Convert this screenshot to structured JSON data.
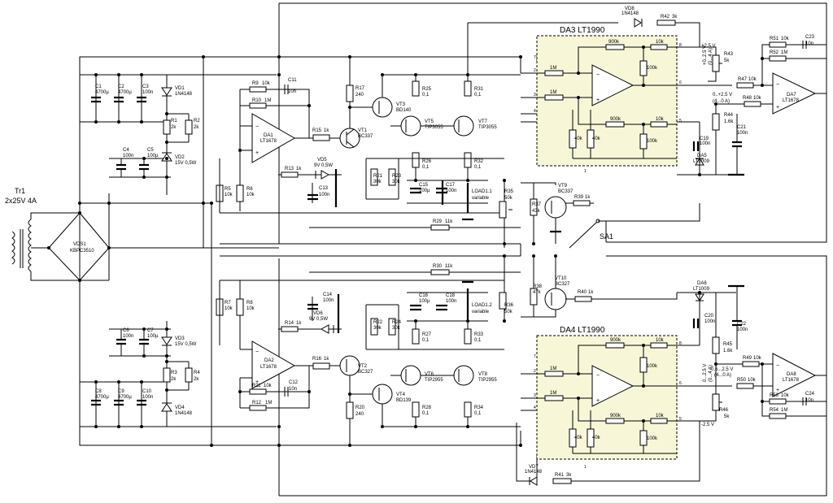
{
  "transformer": {
    "name": "Tr1",
    "rating": "2x25V 4A"
  },
  "bridge": {
    "name": "VDS1",
    "part": "KBPC3510"
  },
  "ics": {
    "da1": {
      "name": "DA1",
      "part": "LT1678"
    },
    "da2": {
      "name": "DA2",
      "part": "LT1678"
    },
    "da3": {
      "name": "DA3 LT1990"
    },
    "da4": {
      "name": "DA4 LT1990"
    },
    "da7": {
      "name": "DA7",
      "part": "LT1678"
    },
    "da8": {
      "name": "DA8",
      "part": "LT1678"
    }
  },
  "caps": {
    "c1": {
      "name": "C1",
      "value": "4700µ"
    },
    "c2": {
      "name": "C2",
      "value": "4700µ"
    },
    "c3": {
      "name": "C3",
      "value": "100n"
    },
    "c4": {
      "name": "C4",
      "value": "100n"
    },
    "c5": {
      "name": "C5",
      "value": "100µ"
    },
    "c6": {
      "name": "C6",
      "value": "100n"
    },
    "c7": {
      "name": "C7",
      "value": "100µ"
    },
    "c8": {
      "name": "C8",
      "value": "4700µ"
    },
    "c9": {
      "name": "C9",
      "value": "4700µ"
    },
    "c10": {
      "name": "C10",
      "value": "100n"
    },
    "c11": {
      "name": "C11",
      "value": "10n"
    },
    "c12": {
      "name": "C12",
      "value": "10n"
    },
    "c13": {
      "name": "C13",
      "value": "100n"
    },
    "c14": {
      "name": "C14",
      "value": "100n"
    },
    "c15": {
      "name": "C15",
      "value": "100µ"
    },
    "c16": {
      "name": "C16",
      "value": "100µ"
    },
    "c17": {
      "name": "C17",
      "value": "100n"
    },
    "c18": {
      "name": "C18",
      "value": "100n"
    },
    "c19": {
      "name": "C19",
      "value": "100n"
    },
    "c20": {
      "name": "C20",
      "value": "100n"
    },
    "c21": {
      "name": "C21",
      "value": "100n"
    },
    "c22": {
      "name": "C22",
      "value": "100n"
    },
    "c23": {
      "name": "C23",
      "value": "10n"
    },
    "c24": {
      "name": "C24",
      "value": "10n"
    }
  },
  "diodes": {
    "vd1": {
      "name": "VD1",
      "part": "1N4148"
    },
    "vd2": {
      "name": "VD2",
      "part": "15V 0,5W"
    },
    "vd3": {
      "name": "VD3",
      "part": "15V 0,5W"
    },
    "vd4": {
      "name": "VD4",
      "part": "1N4148"
    },
    "vd5": {
      "name": "VD5",
      "part": "9V 0,5W"
    },
    "vd6": {
      "name": "VD6",
      "part": "9V 0,5W"
    },
    "vd7": {
      "name": "VD7",
      "part": "1N4148"
    },
    "vd8": {
      "name": "VD8",
      "part": "1N4148"
    },
    "da5": {
      "name": "DA5",
      "part": "LT1009"
    },
    "da6": {
      "name": "DA6",
      "part": "LT1009"
    }
  },
  "resistors": {
    "r1": {
      "name": "R1",
      "value": "2k"
    },
    "r2": {
      "name": "R2",
      "value": "2k"
    },
    "r3": {
      "name": "R3",
      "value": "2k"
    },
    "r4": {
      "name": "R4",
      "value": "2k"
    },
    "r5": {
      "name": "R5",
      "value": "10k"
    },
    "r6": {
      "name": "R6",
      "value": "10k"
    },
    "r7": {
      "name": "R7",
      "value": "10k"
    },
    "r8": {
      "name": "R8",
      "value": "10k"
    },
    "r9": {
      "name": "R9",
      "value": "10k"
    },
    "r10": {
      "name": "R10",
      "value": "1M"
    },
    "r11": {
      "name": "R11",
      "value": "10k"
    },
    "r12": {
      "name": "R12",
      "value": "1M"
    },
    "r13": {
      "name": "R13",
      "value": "1k"
    },
    "r14": {
      "name": "R14",
      "value": "1k"
    },
    "r15": {
      "name": "R15",
      "value": "1k"
    },
    "r16": {
      "name": "R16",
      "value": "1k"
    },
    "r17": {
      "name": "R17",
      "value": "240"
    },
    "r20": {
      "name": "R20",
      "value": "240"
    },
    "r21": {
      "name": "R21",
      "value": "30k"
    },
    "r22": {
      "name": "R22",
      "value": "30k"
    },
    "r23": {
      "name": "R23",
      "value": "30k"
    },
    "r24": {
      "name": "R24",
      "value": "30k"
    },
    "r25": {
      "name": "R25",
      "value": "0,1"
    },
    "r26": {
      "name": "R26",
      "value": "0,1"
    },
    "r27": {
      "name": "R27",
      "value": "0,1"
    },
    "r28": {
      "name": "R28",
      "value": "0,1"
    },
    "r29": {
      "name": "R29",
      "value": "11k"
    },
    "r30": {
      "name": "R30",
      "value": "11k"
    },
    "r31": {
      "name": "R31",
      "value": "0,1"
    },
    "r32": {
      "name": "R32",
      "value": "0,1"
    },
    "r33": {
      "name": "R33",
      "value": "0,1"
    },
    "r34": {
      "name": "R34",
      "value": "0,1"
    },
    "r35": {
      "name": "R35",
      "value": "50k"
    },
    "r36": {
      "name": "R36",
      "value": "50k"
    },
    "r37": {
      "name": "R37",
      "value": "43k"
    },
    "r38": {
      "name": "R38",
      "value": "47k"
    },
    "r39": {
      "name": "R39",
      "value": "1k"
    },
    "r40": {
      "name": "R40",
      "value": "1k"
    },
    "r41": {
      "name": "R41",
      "value": "3k"
    },
    "r42": {
      "name": "R42",
      "value": "3k"
    },
    "r43": {
      "name": "R43",
      "value": "5k"
    },
    "r44": {
      "name": "R44",
      "value": "1.6k"
    },
    "r45": {
      "name": "R45",
      "value": "1.6k"
    },
    "r46": {
      "name": "R46",
      "value": "5k"
    },
    "r47": {
      "name": "R47",
      "value": "10k"
    },
    "r48": {
      "name": "R48",
      "value": "10k"
    },
    "r49": {
      "name": "R49",
      "value": "10k"
    },
    "r50": {
      "name": "R50",
      "value": "10k"
    },
    "r51": {
      "name": "R51",
      "value": "10k"
    },
    "r52": {
      "name": "R52",
      "value": "1M"
    },
    "r53": {
      "name": "R53",
      "value": "10k"
    },
    "r54": {
      "name": "R54",
      "value": "1M"
    }
  },
  "transistors": {
    "vt1": {
      "name": "VT1",
      "part": "BC337"
    },
    "vt2": {
      "name": "VT2",
      "part": "BC327"
    },
    "vt3": {
      "name": "VT3",
      "part": "BD140"
    },
    "vt4": {
      "name": "VT4",
      "part": "BD139"
    },
    "vt5": {
      "name": "VT5",
      "part": "TIP3055"
    },
    "vt6": {
      "name": "VT6",
      "part": "TIP2955"
    },
    "vt7": {
      "name": "VT7",
      "part": "TIP3055"
    },
    "vt8": {
      "name": "VT8",
      "part": "TIP2955"
    },
    "vt9": {
      "name": "VT9",
      "part": "BC337"
    },
    "vt10": {
      "name": "VT10",
      "part": "BC327"
    }
  },
  "loads": {
    "load1": {
      "name": "LOAD1.1",
      "note": "variable"
    },
    "load2": {
      "name": "LOAD1.2",
      "note": "variable"
    }
  },
  "switch": {
    "name": "SA1"
  },
  "da_internal": {
    "r900k": "900k",
    "r10k": "10k",
    "r1m": "1M",
    "r100k": "100k",
    "r40k": "40k"
  },
  "voltages": {
    "plus25": "+2.5 V",
    "minus25": "-2.5 V",
    "top_out": "+0..2.5 V",
    "top_out_range": "(0...4 A)",
    "top_in": "0..+2.5 V",
    "top_in_range": "(4...0 A)",
    "bot_out": "0...2.5 V",
    "bot_out_range": "(0...4 A)",
    "bot_in": "-0,6...2.5 V",
    "bot_in_range": "(4...0 A)"
  },
  "pins": {
    "p1": "1",
    "p2": "2",
    "p3": "3",
    "p4": "4",
    "p5": "5",
    "p6": "6",
    "p7": "7",
    "p8": "8"
  },
  "opamp_signs": {
    "plus": "+",
    "minus": "−"
  }
}
